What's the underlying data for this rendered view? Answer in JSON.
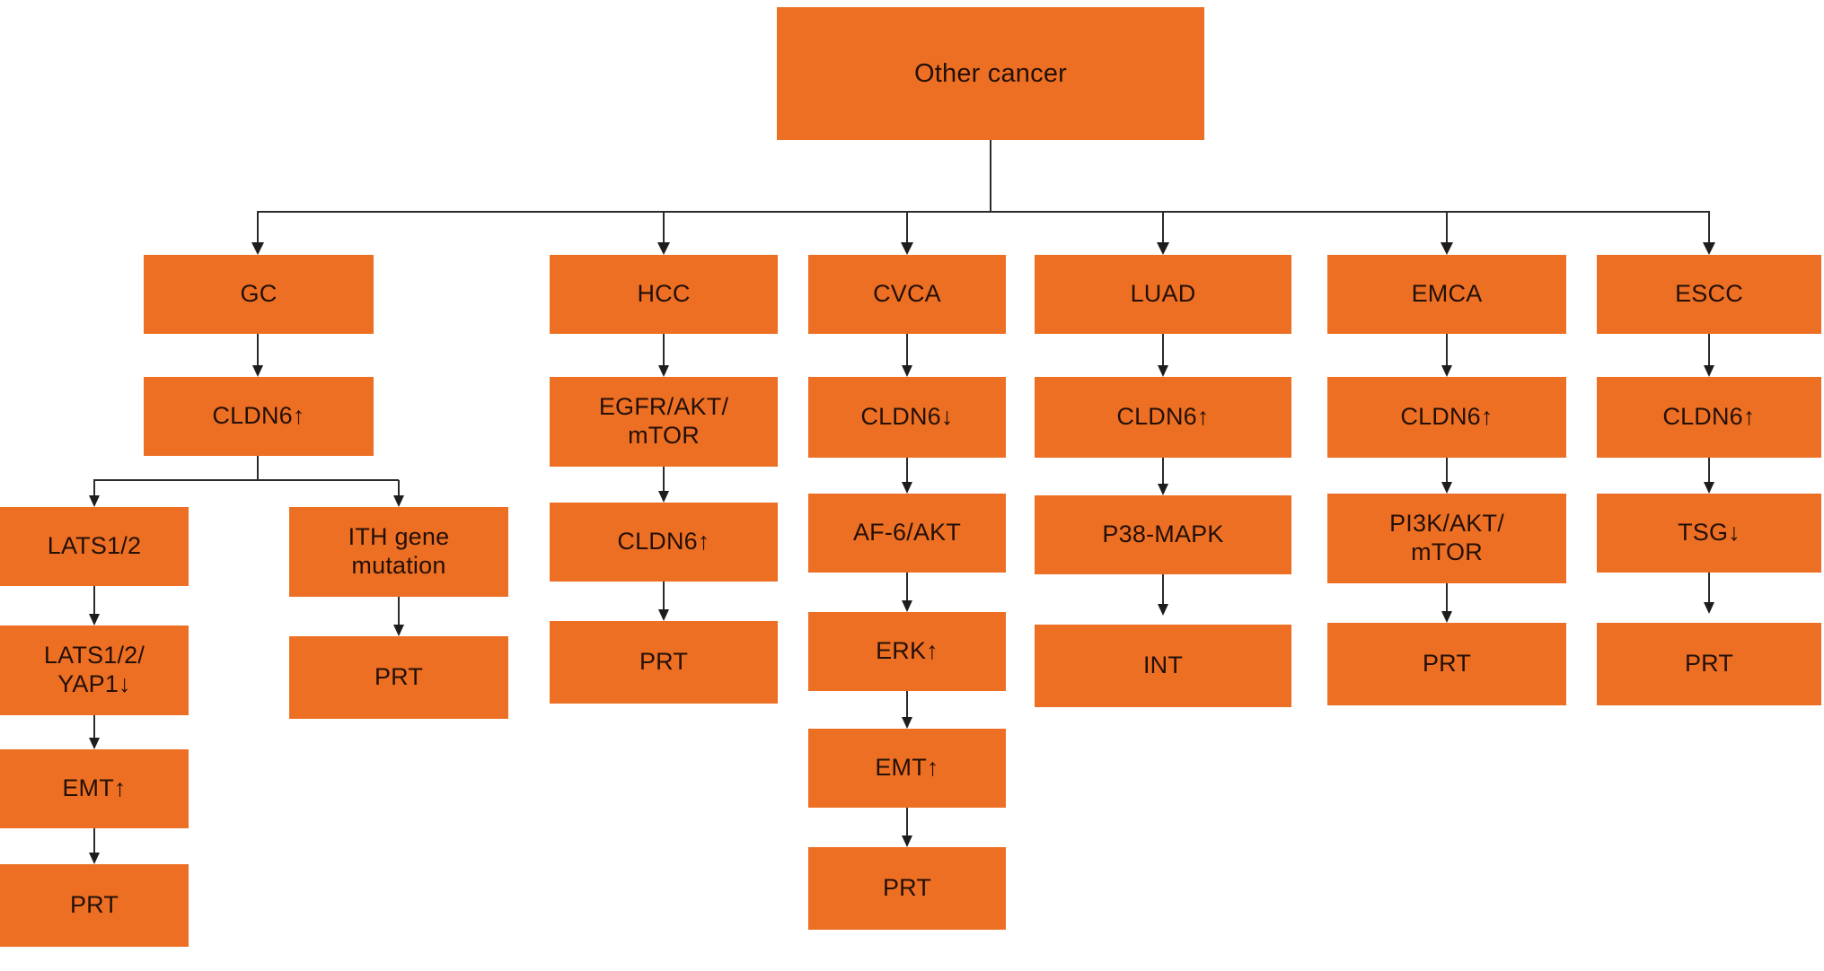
{
  "figure": {
    "type": "flowchart",
    "orientation": "top-down",
    "box_color": "#ED6F23",
    "text_color": "#231008",
    "connector_color": "#2b2b2b",
    "background": "#ffffff"
  },
  "root": {
    "label": "Other cancer"
  },
  "branches": [
    {
      "id": "gc",
      "label": "GC",
      "chain": [
        {
          "id": "gc-cldn6",
          "label": "CLDN6↑"
        }
      ],
      "subbranches": [
        {
          "id": "gc-lats",
          "chain": [
            {
              "id": "lats12",
              "label": "LATS1/2"
            },
            {
              "id": "lats12-yap1",
              "label": "LATS1/2/\nYAP1↓"
            },
            {
              "id": "gc-emt",
              "label": "EMT↑"
            },
            {
              "id": "gc-prt",
              "label": "PRT"
            }
          ]
        },
        {
          "id": "gc-ith",
          "chain": [
            {
              "id": "ith-gene-mutation",
              "label": "ITH gene\nmutation"
            },
            {
              "id": "ith-prt",
              "label": "PRT"
            }
          ]
        }
      ]
    },
    {
      "id": "hcc",
      "label": "HCC",
      "chain": [
        {
          "id": "hcc-egfr",
          "label": "EGFR/AKT/\nmTOR"
        },
        {
          "id": "hcc-cldn6",
          "label": "CLDN6↑"
        },
        {
          "id": "hcc-prt",
          "label": "PRT"
        }
      ]
    },
    {
      "id": "cvca",
      "label": "CVCA",
      "chain": [
        {
          "id": "cvca-cldn6",
          "label": "CLDN6↓"
        },
        {
          "id": "cvca-af6akt",
          "label": "AF-6/AKT"
        },
        {
          "id": "cvca-erk",
          "label": "ERK↑"
        },
        {
          "id": "cvca-emt",
          "label": "EMT↑"
        },
        {
          "id": "cvca-prt",
          "label": "PRT"
        }
      ]
    },
    {
      "id": "luad",
      "label": "LUAD",
      "chain": [
        {
          "id": "luad-cldn6",
          "label": "CLDN6↑"
        },
        {
          "id": "luad-p38mapk",
          "label": "P38-MAPK"
        },
        {
          "id": "luad-int",
          "label": "INT"
        }
      ]
    },
    {
      "id": "emca",
      "label": "EMCA",
      "chain": [
        {
          "id": "emca-cldn6",
          "label": "CLDN6↑"
        },
        {
          "id": "emca-pi3k",
          "label": "PI3K/AKT/\nmTOR"
        },
        {
          "id": "emca-prt",
          "label": "PRT"
        }
      ]
    },
    {
      "id": "escc",
      "label": "ESCC",
      "chain": [
        {
          "id": "escc-cldn6",
          "label": "CLDN6↑"
        },
        {
          "id": "escc-tsg",
          "label": "TSG↓"
        },
        {
          "id": "escc-prt",
          "label": "PRT"
        }
      ]
    }
  ]
}
